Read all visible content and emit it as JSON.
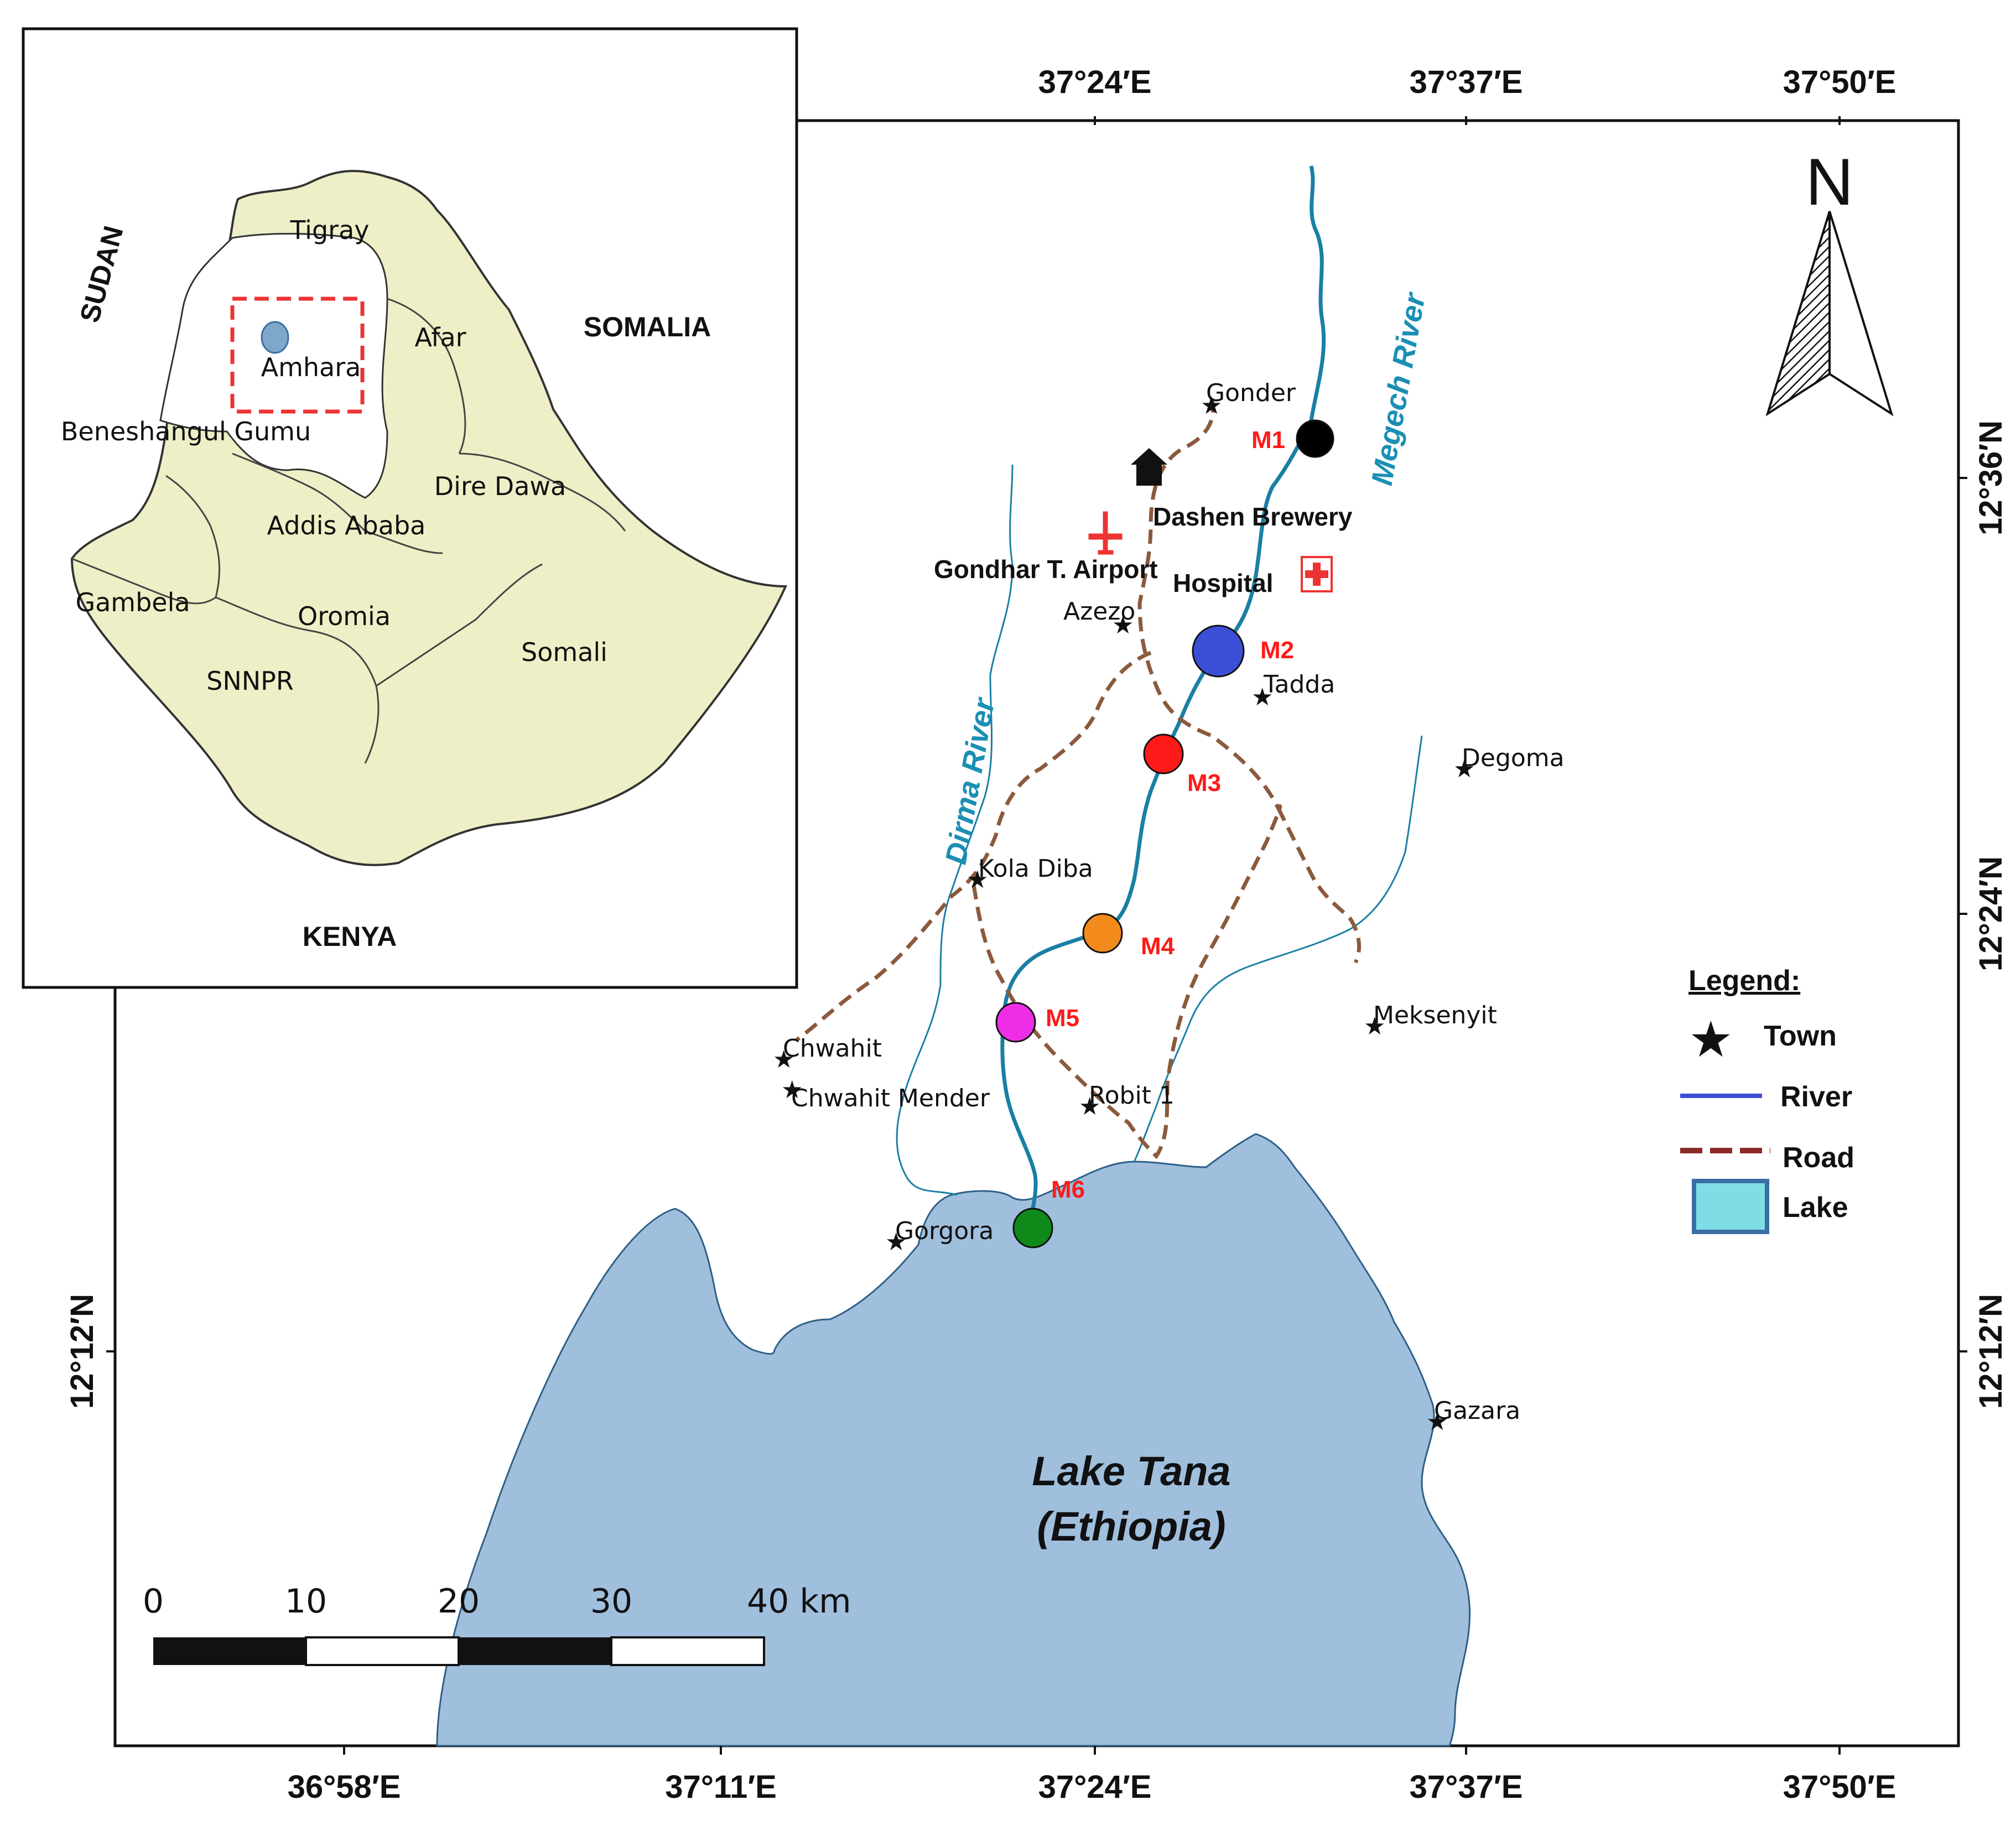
{
  "map": {
    "lake_name": "Lake Tana",
    "lake_country": "(Ethiopia)",
    "north_label": "N",
    "top_lon_ticks": [
      "37°24′E",
      "37°37′E",
      "37°50′E"
    ],
    "bottom_lon_ticks": [
      "36°58′E",
      "37°11′E",
      "37°24′E",
      "37°37′E",
      "37°50′E"
    ],
    "left_lat_ticks": [
      "12°12′N"
    ],
    "right_lat_ticks": [
      "12°36′N",
      "12°24′N",
      "12°12′N"
    ],
    "rivers": {
      "megech": "Megech River",
      "dirma": "Dirma River"
    },
    "towns": {
      "gonder": "Gonder",
      "azezo": "Azezo",
      "tadda": "Tadda",
      "degoma": "Degoma",
      "kola_diba": "Kola Diba",
      "meksenyit": "Meksenyit",
      "chwahit": "Chwahit",
      "chwahit_mender": "Chwahit Mender",
      "robit": "Robit 1",
      "gorgora": "Gorgora",
      "gazara": "Gazara"
    },
    "features": {
      "brewery": "Dashen Brewery",
      "airport": "Gondhar T. Airport",
      "hospital": "Hospital"
    },
    "sites": [
      {
        "label": "M1",
        "color": "#000000"
      },
      {
        "label": "M2",
        "color": "#3b4fd6"
      },
      {
        "label": "M3",
        "color": "#ff1a1a"
      },
      {
        "label": "M4",
        "color": "#f28a1c"
      },
      {
        "label": "M5",
        "color": "#ee2ee6"
      },
      {
        "label": "M6",
        "color": "#0e8a1a"
      }
    ],
    "colors": {
      "lake": "#9fbfdd",
      "river": "#1a7fa3",
      "road": "#8b5a3c",
      "inset_land": "#eeefc6"
    }
  },
  "legend": {
    "title": "Legend:",
    "town": "Town",
    "river": "River",
    "road": "Road",
    "lake": "Lake"
  },
  "scale_bar": {
    "ticks": [
      "0",
      "10",
      "20",
      "30",
      "40 km"
    ]
  },
  "inset": {
    "countries": {
      "sudan": "SUDAN",
      "somalia": "SOMALIA",
      "kenya": "KENYA"
    },
    "regions": {
      "tigray": "Tigray",
      "afar": "Afar",
      "amhara": "Amhara",
      "beneshangul": "Beneshangul Gumu",
      "dire_dawa": "Dire Dawa",
      "addis_ababa": "Addis Ababa",
      "gambela": "Gambela",
      "oromia": "Oromia",
      "somali": "Somali",
      "snnpr": "SNNPR"
    }
  }
}
